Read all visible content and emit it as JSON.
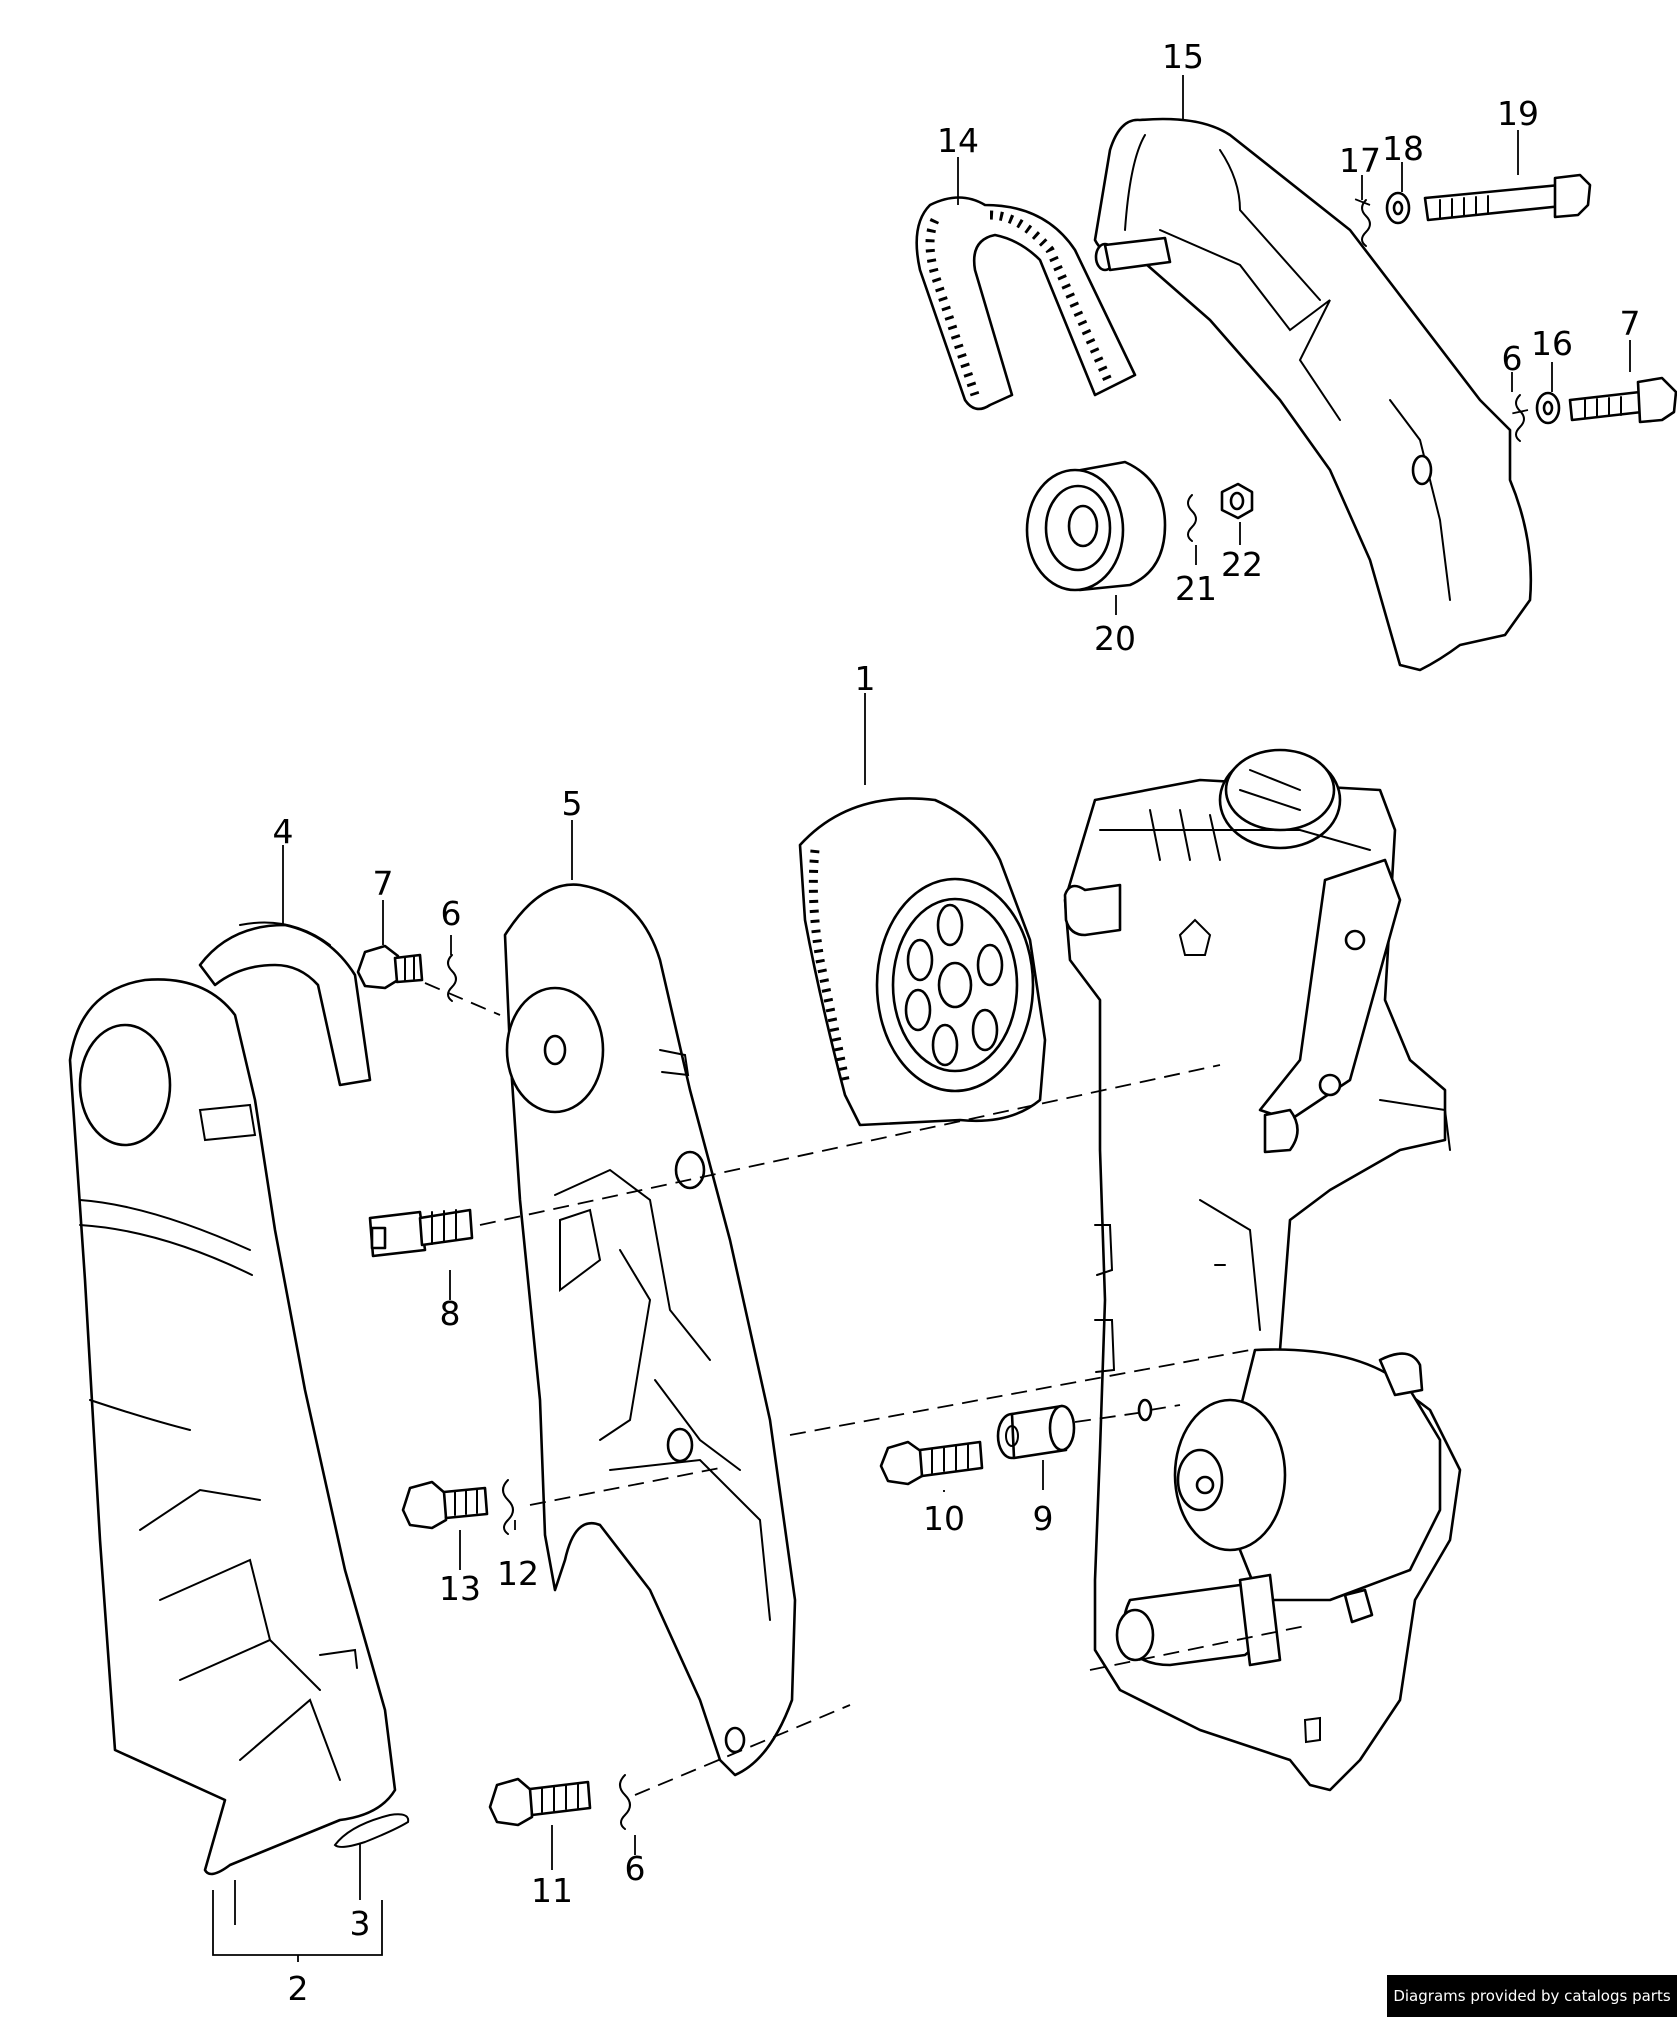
{
  "diagram": {
    "callouts": [
      {
        "id": "1",
        "label": "1"
      },
      {
        "id": "2",
        "label": "2"
      },
      {
        "id": "3",
        "label": "3"
      },
      {
        "id": "4",
        "label": "4"
      },
      {
        "id": "5",
        "label": "5"
      },
      {
        "id": "6a",
        "label": "6"
      },
      {
        "id": "6b",
        "label": "6"
      },
      {
        "id": "6c",
        "label": "6"
      },
      {
        "id": "7a",
        "label": "7"
      },
      {
        "id": "7b",
        "label": "7"
      },
      {
        "id": "8",
        "label": "8"
      },
      {
        "id": "9",
        "label": "9"
      },
      {
        "id": "10",
        "label": "10"
      },
      {
        "id": "11",
        "label": "11"
      },
      {
        "id": "12",
        "label": "12"
      },
      {
        "id": "13",
        "label": "13"
      },
      {
        "id": "14",
        "label": "14"
      },
      {
        "id": "15",
        "label": "15"
      },
      {
        "id": "16",
        "label": "16"
      },
      {
        "id": "17",
        "label": "17"
      },
      {
        "id": "18",
        "label": "18"
      },
      {
        "id": "19",
        "label": "19"
      },
      {
        "id": "20",
        "label": "20"
      },
      {
        "id": "21",
        "label": "21"
      },
      {
        "id": "22",
        "label": "22"
      }
    ]
  },
  "watermark": "Diagrams provided by catalogs parts"
}
